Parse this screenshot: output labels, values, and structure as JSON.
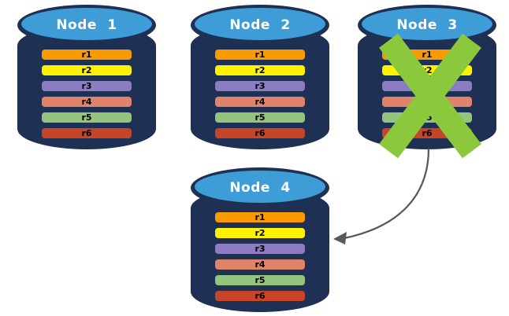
{
  "diagram": {
    "description": "Database replication failover diagram: four database nodes each storing replicas r1-r6; Node 3 is failed (green X) and its data is redirected to Node 4 via a curved arrow.",
    "nodes": [
      {
        "label": "Node 1",
        "status": "healthy"
      },
      {
        "label": "Node 2",
        "status": "healthy"
      },
      {
        "label": "Node 3",
        "status": "failed"
      },
      {
        "label": "Node 4",
        "status": "healthy"
      }
    ],
    "replicas": [
      {
        "label": "r1",
        "color": "#F89A00"
      },
      {
        "label": "r2",
        "color": "#FEF200"
      },
      {
        "label": "r3",
        "color": "#8E7CC3"
      },
      {
        "label": "r4",
        "color": "#E0836B"
      },
      {
        "label": "r5",
        "color": "#94C47E"
      },
      {
        "label": "r6",
        "color": "#C64529"
      }
    ],
    "arrow": {
      "from": "Node 3",
      "to": "Node 4"
    },
    "colors": {
      "cylinder_body": "#1E3054",
      "cylinder_top": "#3E9DD6",
      "title_text": "#FFFFFF",
      "bar_text": "#000000",
      "fail_x": "#8CC83C",
      "arrow_line": "#595959"
    }
  }
}
